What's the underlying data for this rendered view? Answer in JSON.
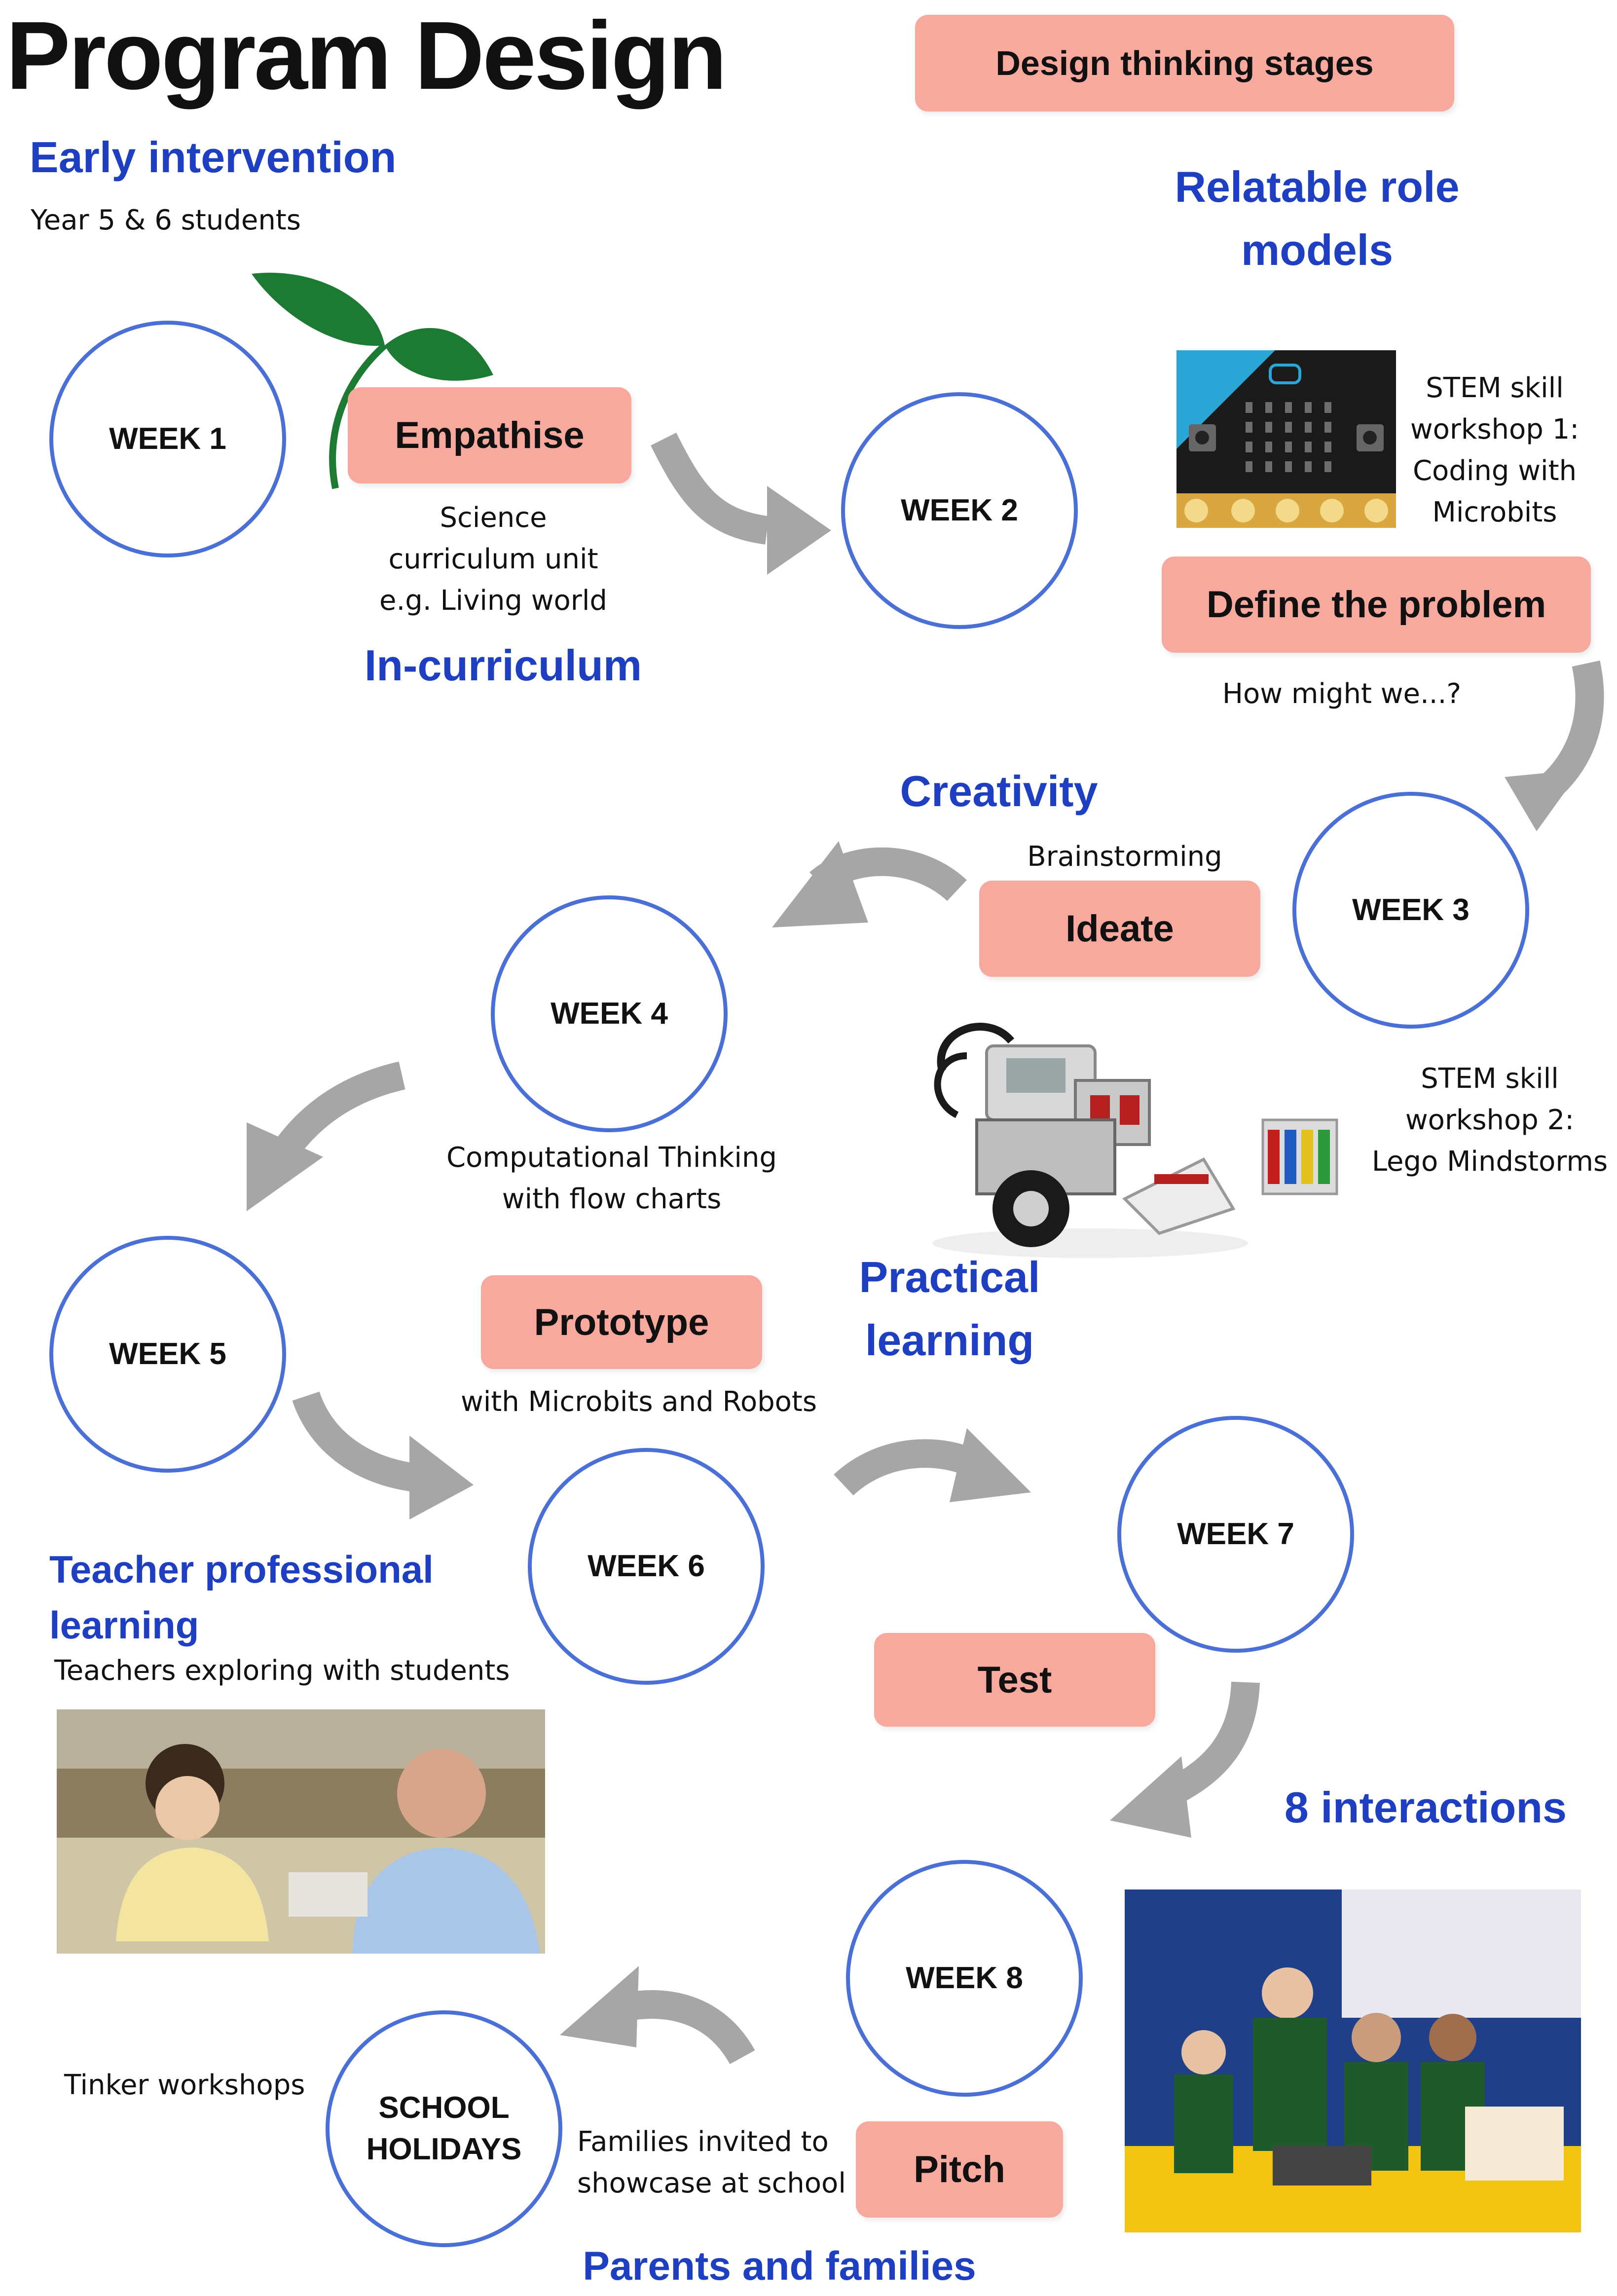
{
  "title": "Program Design",
  "header_badge": "Design thinking stages",
  "weeks": {
    "w1": "WEEK 1",
    "w2": "WEEK 2",
    "w3": "WEEK 3",
    "w4": "WEEK 4",
    "w5": "WEEK 5",
    "w6": "WEEK 6",
    "w7": "WEEK 7",
    "w8": "WEEK 8",
    "holidays": "SCHOOL\nHOLIDAYS"
  },
  "stages": {
    "empathise": "Empathise",
    "define": "Define the problem",
    "ideate": "Ideate",
    "prototype": "Prototype",
    "test": "Test",
    "pitch": "Pitch"
  },
  "themes": {
    "early_intervention": "Early intervention",
    "role_models": "Relatable role\nmodels",
    "in_curriculum": "In-curriculum",
    "creativity": "Creativity",
    "practical_learning": "Practical\nlearning",
    "teacher_pl": "Teacher professional\nlearning",
    "interactions": "8 interactions",
    "parents": "Parents and families"
  },
  "notes": {
    "year": "Year 5 & 6 students",
    "science": "Science\ncurriculum unit\ne.g. Living world",
    "stem1": "STEM skill\nworkshop 1:\nCoding with\nMicrobits",
    "how_might": "How might we...?",
    "brainstorming": "Brainstorming",
    "stem2": "STEM skill\nworkshop 2:\nLego Mindstorms",
    "computational": "Computational Thinking\nwith flow charts",
    "with_microbits": "with Microbits and Robots",
    "teachers_exploring": "Teachers exploring with students",
    "tinker": "Tinker workshops",
    "families": "Families invited to\nshowcase at school"
  },
  "icons": [
    "seedling-icon",
    "microbit-board",
    "lego-robot",
    "curved-arrow-icon"
  ],
  "colors": {
    "accent_blue": "#1f3fc2",
    "circle_blue": "#4a6fd6",
    "stage_pink": "#f7a99d",
    "arrow_grey": "#a6a6a6",
    "leaf_green": "#1d7a32"
  }
}
